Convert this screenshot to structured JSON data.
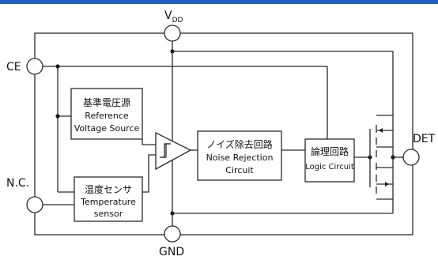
{
  "accent_color": "#1f5fbf",
  "pins": {
    "vdd_main": "V",
    "vdd_sub": "DD",
    "ce": "CE",
    "nc": "N.C.",
    "gnd": "GND",
    "det": "DET"
  },
  "blocks": {
    "reference": {
      "jp": "基準電圧源",
      "en1": "Reference",
      "en2": "Voltage Source"
    },
    "temperature": {
      "jp": "温度センサ",
      "en1": "Temperature",
      "en2": "sensor"
    },
    "noise": {
      "jp": "ノイズ除去回路",
      "en1": "Noise Rejection",
      "en2": "Circuit"
    },
    "logic": {
      "jp": "論理回路",
      "en1": "Logic Circuit"
    }
  },
  "icons": {
    "comparator": "comparator-triangle-icon",
    "hysteresis": "hysteresis-icon",
    "mosfet": "cmos-output-icon"
  }
}
